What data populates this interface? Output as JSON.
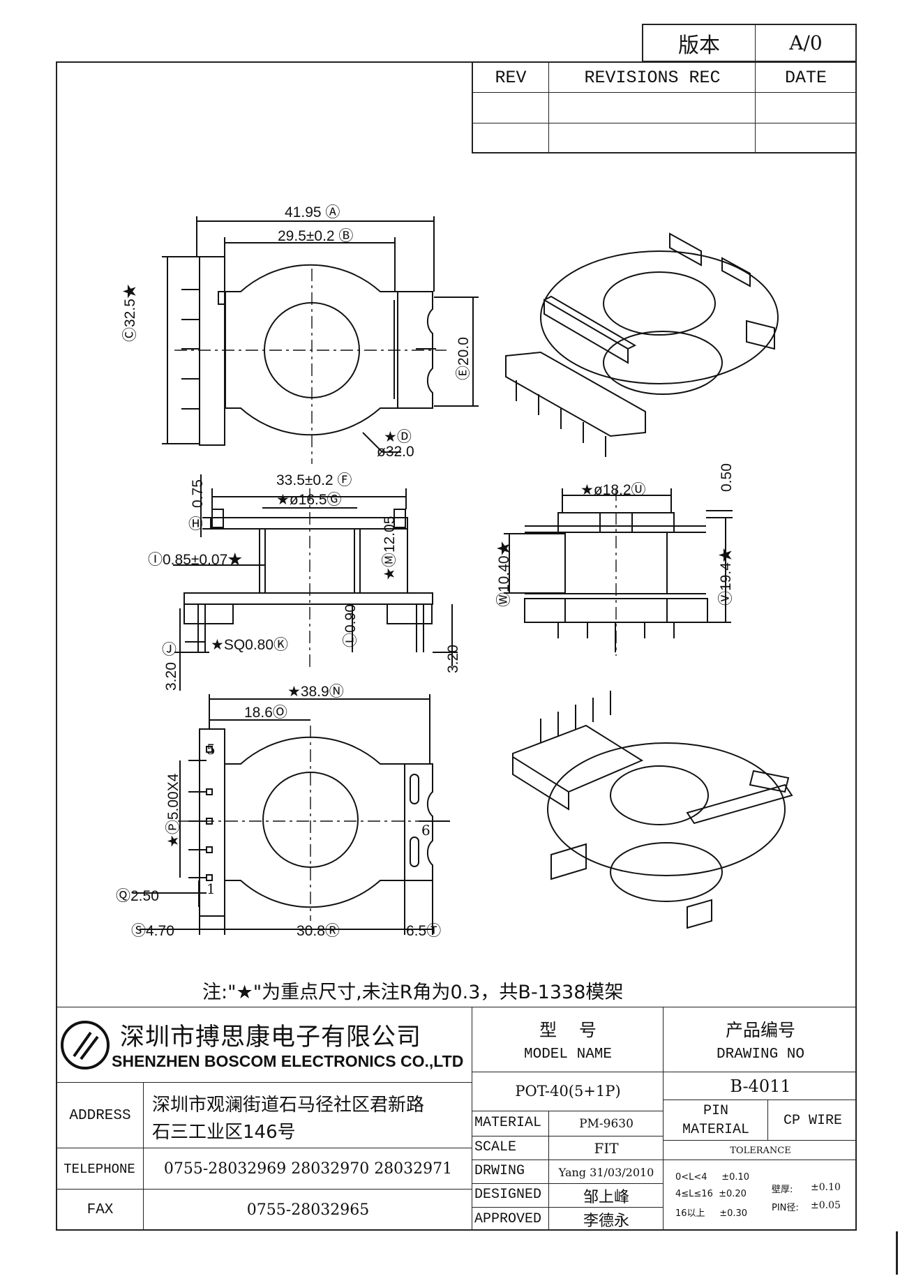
{
  "version_box": {
    "label": "版本",
    "value": "A/0"
  },
  "revisions": {
    "headers": {
      "rev": "REV",
      "rec": "REVISIONS REC",
      "date": "DATE"
    }
  },
  "drawing": {
    "top_view": {
      "dim_a": "41.95 Ⓐ",
      "dim_b": "29.5±0.2 Ⓑ",
      "dim_c": "Ⓒ32.5★",
      "dim_e": "Ⓔ20.0",
      "dim_d_star": "★Ⓓ",
      "dim_d": "ø32.0"
    },
    "side_view": {
      "dim_f": "33.5±0.2 Ⓕ",
      "dim_g": "★ø16.5Ⓖ",
      "dim_h_val": "0.75",
      "dim_h": "Ⓗ",
      "dim_i": "Ⓘ0.85±0.07★",
      "dim_m": "★Ⓜ12.05",
      "dim_l": "Ⓛ0.90",
      "dim_k": "★SQ0.80Ⓚ",
      "dim_j": "Ⓙ",
      "dim_j_val": "3.20",
      "dim_right_320": "3.20"
    },
    "front_view": {
      "dim_u": "★ø18.2Ⓤ",
      "dim_050": "0.50",
      "dim_w": "Ⓦ10.40★",
      "dim_v": "Ⓥ19.4★"
    },
    "bottom_view": {
      "dim_n": "★38.9Ⓝ",
      "dim_o": "18.6Ⓞ",
      "dim_p": "★Ⓟ5.00X4",
      "dim_q": "Ⓠ2.50",
      "dim_s": "Ⓢ4.70",
      "dim_r": "30.8Ⓡ",
      "dim_t": "6.5Ⓣ",
      "pin_5": "5",
      "pin_1": "1",
      "pin_6": "6"
    }
  },
  "note": "注:\"★\"为重点尺寸,未注R角为0.3，共B-1338模架",
  "title_block": {
    "company_cn": "深圳市搏思康电子有限公司",
    "company_en": "SHENZHEN BOSCOM ELECTRONICS CO.,LTD",
    "address_label": "ADDRESS",
    "address_line1": "深圳市观澜街道石马径社区君新路",
    "address_line2": "石三工业区146号",
    "telephone_label": "TELEPHONE",
    "telephone": "0755-28032969 28032970 28032971",
    "fax_label": "FAX",
    "fax": "0755-28032965",
    "model_cn": "型    号",
    "model_en": "MODEL NAME",
    "model_value": "POT-40(5+1P)",
    "drawing_no_cn": "产品编号",
    "drawing_no_en": "DRAWING NO",
    "drawing_no_value": "B-4011",
    "material_label": "MATERIAL",
    "material_value": "PM-9630",
    "scale_label": "SCALE",
    "scale_value": "FIT",
    "drwing_label": "DRWING",
    "drwing_value": "Yang 31/03/2010",
    "designed_label": "DESIGNED",
    "designed_value": "邹上峰",
    "approved_label": "APPROVED",
    "approved_value": "李德永",
    "pin_material_label1": "PIN",
    "pin_material_label2": "MATERIAL",
    "pin_material_value": "CP WIRE",
    "tolerance_label": "TOLERANCE",
    "tol_1": "0<L<4     ±0.10",
    "tol_2": "4≤L≤16  ±0.20",
    "tol_3": "16以上     ±0.30",
    "wall_label": "壁厚:",
    "wall_value": "±0.10",
    "pin_dia_label": "PIN径:",
    "pin_dia_value": "±0.05"
  }
}
